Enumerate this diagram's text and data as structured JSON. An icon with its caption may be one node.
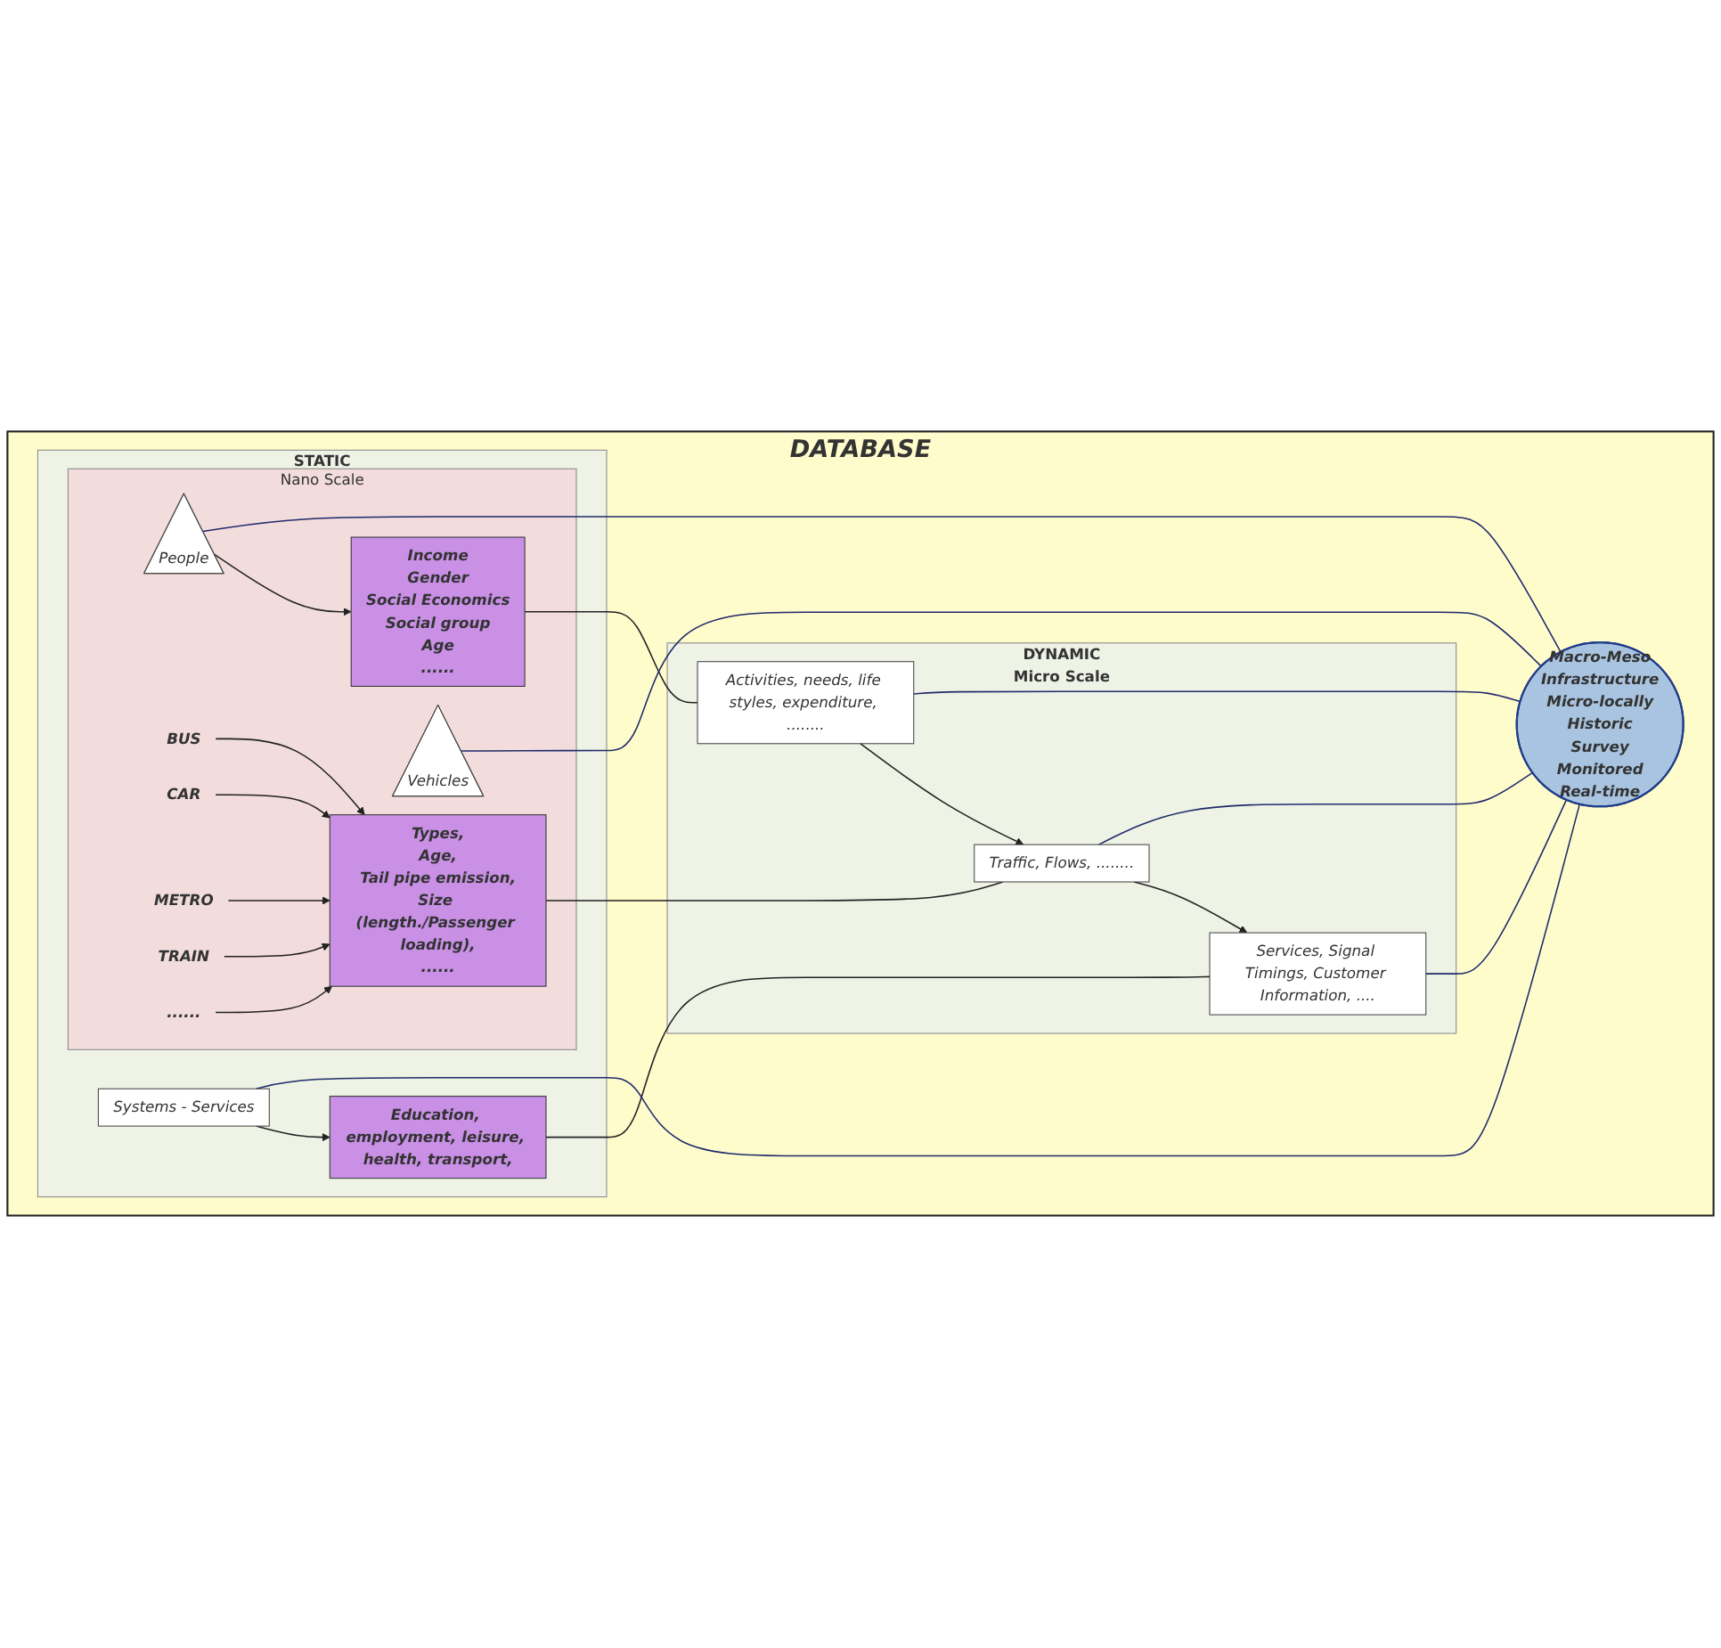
{
  "diagram": {
    "nodes": [
      {
        "text": [
          "DATABASE"
        ]
      },
      {
        "text": [
          "STATIC"
        ],
        "in": 0
      },
      {
        "text": [
          "Nano Scale"
        ],
        "in": 1
      },
      {
        "text": [
          "People"
        ],
        "in": 2
      },
      {
        "text": [
          "Income",
          "Gender",
          "Social Economics",
          "Social group",
          "Age",
          "......"
        ],
        "in": 2
      },
      {
        "text": [
          "Vehicles"
        ],
        "in": 2
      },
      {
        "text": [
          "BUS"
        ],
        "in": 2
      },
      {
        "text": [
          "CAR"
        ],
        "in": 2
      },
      {
        "text": [
          "METRO"
        ],
        "in": 2
      },
      {
        "text": [
          "TRAIN"
        ],
        "in": 2
      },
      {
        "text": [
          "......"
        ],
        "in": 2
      },
      {
        "text": [
          "Types,",
          "Age,",
          "Tail pipe emission,",
          "Size (length./Passenger loading),",
          "......"
        ],
        "in": 2
      },
      {
        "text": [
          "Systems - Services"
        ],
        "in": 1
      },
      {
        "text": [
          "Education, employment, leisure, health, transport,"
        ],
        "in": 1
      },
      {
        "text": [
          "DYNAMIC",
          "Micro Scale"
        ],
        "in": 0
      },
      {
        "text": [
          "Activities, needs, life styles, expenditure, ........"
        ],
        "in": 14
      },
      {
        "text": [
          "Traffic, Flows, ........"
        ],
        "in": 14
      },
      {
        "text": [
          "Services, Signal Timings, Customer Information, ...."
        ],
        "in": 14
      },
      {
        "text": [
          "Macro-Meso",
          "Infrastructure",
          "Micro-locally",
          "Historic",
          "Survey",
          "Monitored",
          "Real-time"
        ],
        "in": 0
      }
    ],
    "edges": [
      {
        "from": 3,
        "to": 4,
        "arrow": "to"
      },
      {
        "from": 6,
        "to": 11,
        "arrow": "to"
      },
      {
        "from": 7,
        "to": 11,
        "arrow": "to"
      },
      {
        "from": 8,
        "to": 11,
        "arrow": "to"
      },
      {
        "from": 9,
        "to": 11,
        "arrow": "to"
      },
      {
        "from": 10,
        "to": 11,
        "arrow": "to"
      },
      {
        "from": 12,
        "to": 13,
        "arrow": "to"
      },
      {
        "from": 4,
        "to": 15,
        "arrow": "none"
      },
      {
        "from": 11,
        "to": 16,
        "arrow": "none"
      },
      {
        "from": 13,
        "to": 17,
        "arrow": "none"
      },
      {
        "from": 15,
        "to": 16,
        "arrow": "to"
      },
      {
        "from": 16,
        "to": 17,
        "arrow": "to"
      },
      {
        "from": 3,
        "to": 18,
        "arrow": "none",
        "color": "#1f2a6b"
      },
      {
        "from": 5,
        "to": 18,
        "arrow": "none",
        "color": "#1f2a6b"
      },
      {
        "from": 12,
        "to": 18,
        "arrow": "none",
        "color": "#1f2a6b"
      },
      {
        "from": 15,
        "to": 18,
        "arrow": "none",
        "color": "#1f2a6b"
      },
      {
        "from": 16,
        "to": 18,
        "arrow": "none",
        "color": "#1f2a6b"
      },
      {
        "from": 17,
        "to": 18,
        "arrow": "none",
        "color": "#1f2a6b"
      }
    ]
  }
}
